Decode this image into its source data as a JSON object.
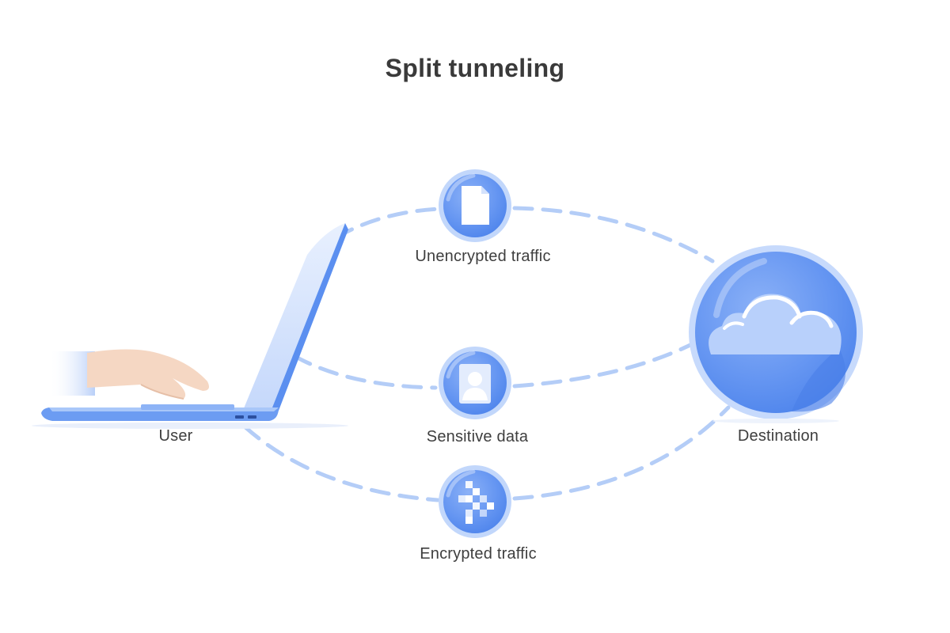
{
  "title": "Split tunneling",
  "nodes": {
    "user": {
      "label": "User"
    },
    "unencrypted": {
      "label": "Unencrypted traffic"
    },
    "sensitive": {
      "label": "Sensitive data"
    },
    "encrypted": {
      "label": "Encrypted traffic"
    },
    "destination": {
      "label": "Destination"
    }
  },
  "colors": {
    "primary": "#5b8ff0",
    "light": "#a9c7f9",
    "path": "#b4cdf7",
    "text": "#3e3e3e"
  }
}
